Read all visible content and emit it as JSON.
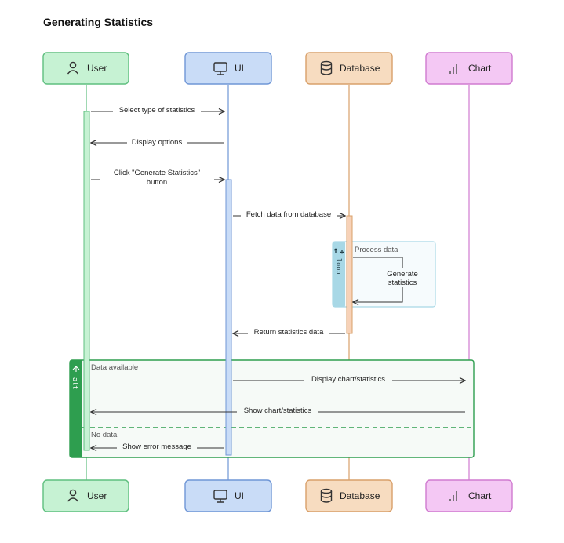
{
  "title": "Generating Statistics",
  "participants": {
    "user": {
      "label": "User",
      "icon": "user-icon",
      "fill": "#c6f2d3",
      "stroke": "#5fbf7f"
    },
    "ui": {
      "label": "UI",
      "icon": "monitor-icon",
      "fill": "#c9dcf7",
      "stroke": "#6f96d6"
    },
    "database": {
      "label": "Database",
      "icon": "database-icon",
      "fill": "#f7dcc0",
      "stroke": "#d9a06a"
    },
    "chart": {
      "label": "Chart",
      "icon": "bar-chart-icon",
      "fill": "#f4c8f4",
      "stroke": "#d07ad0"
    }
  },
  "messages": {
    "m1": "Select type of statistics",
    "m2": "Display options",
    "m3a": "Click \"Generate Statistics\"",
    "m3b": "button",
    "m4": "Fetch data from database",
    "m5a": "Generate",
    "m5b": "statistics",
    "m6": "Return statistics data",
    "m7": "Display chart/statistics",
    "m8": "Show chart/statistics",
    "m9": "Show error message"
  },
  "loop": {
    "tab": "loop",
    "label": "Process data",
    "color": "#a8d8e6"
  },
  "alt": {
    "tab": "alt",
    "condition1": "Data available",
    "condition2": "No data",
    "color": "#2e9e4f"
  }
}
